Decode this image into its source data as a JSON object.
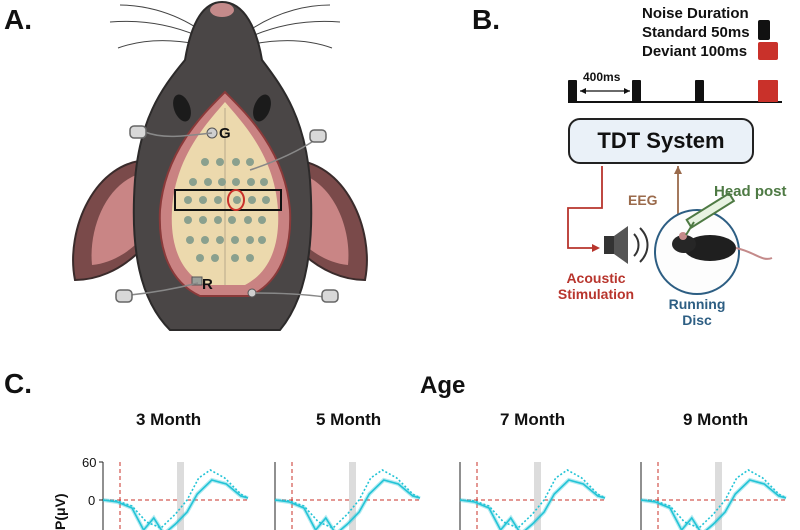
{
  "panels": {
    "a": "A.",
    "b": "B.",
    "c": "C."
  },
  "mouse": {
    "ground_electrode": "G",
    "reference_electrode": "R"
  },
  "legend": {
    "title": "Noise Duration",
    "standard": "Standard 50ms",
    "deviant": "Deviant 100ms",
    "standard_color": "#111111",
    "deviant_color": "#c9312a"
  },
  "timing": {
    "interval_label": "400ms"
  },
  "setup": {
    "system": "TDT System",
    "eeg": "EEG",
    "head_post": "Head post",
    "acoustic_line1": "Acoustic",
    "acoustic_line2": "Stimulation",
    "disc_line1": "Running",
    "disc_line2": "Disc"
  },
  "colors": {
    "trace": "#23c4d6",
    "onset_line": "#c9312a",
    "zero_line": "#c9312a",
    "acoustic": "#b8352d",
    "eeg": "#9a6a4b",
    "head_post": "#4e7a44",
    "disc": "#2d5e83"
  },
  "panel_c": {
    "title": "Age",
    "ylabel": "P(μV)",
    "yticks": [
      "60",
      "0"
    ],
    "groups": [
      "3 Month",
      "5 Month",
      "7 Month",
      "9 Month"
    ]
  }
}
